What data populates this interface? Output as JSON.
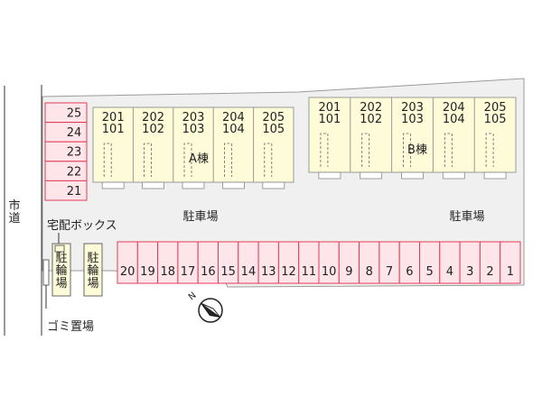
{
  "colors": {
    "lot_fill": "#f0f0f0",
    "lot_stroke": "#9a9a9a",
    "building_fill": "#fdfbd8",
    "building_stroke": "#9a9a9a",
    "parking_fill": "#fde5ea",
    "parking_stroke": "#e23a56",
    "text": "#222222"
  },
  "labels": {
    "road": "市道",
    "delivery_box": "宅配ボックス",
    "bike_parking": "駐輪場",
    "garbage": "ゴミ置場",
    "parking_left": "駐車場",
    "parking_right": "駐車場",
    "north": "N"
  },
  "buildings": [
    {
      "name": "A棟",
      "units": [
        {
          "upper": "201",
          "lower": "101"
        },
        {
          "upper": "202",
          "lower": "102"
        },
        {
          "upper": "203",
          "lower": "103"
        },
        {
          "upper": "204",
          "lower": "104"
        },
        {
          "upper": "205",
          "lower": "105"
        }
      ]
    },
    {
      "name": "B棟",
      "units": [
        {
          "upper": "201",
          "lower": "101"
        },
        {
          "upper": "202",
          "lower": "102"
        },
        {
          "upper": "203",
          "lower": "103"
        },
        {
          "upper": "204",
          "lower": "104"
        },
        {
          "upper": "205",
          "lower": "105"
        }
      ]
    }
  ],
  "left_spaces": [
    "25",
    "24",
    "23",
    "22",
    "21"
  ],
  "bottom_spaces": [
    "20",
    "19",
    "18",
    "17",
    "16",
    "15",
    "14",
    "13",
    "12",
    "11",
    "10",
    "9",
    "8",
    "7",
    "6",
    "5",
    "4",
    "3",
    "2",
    "1"
  ]
}
